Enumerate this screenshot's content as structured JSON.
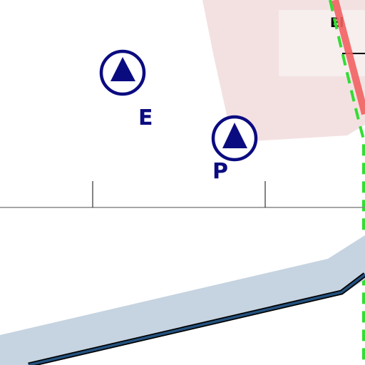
{
  "map": {
    "labels": {
      "marker_e": "E",
      "marker_p": "P",
      "box_text": "El"
    },
    "icons": {
      "marker_e_icon": "triangle-in-circle-icon",
      "marker_p_icon": "triangle-in-circle-icon"
    },
    "colors": {
      "marker": "#0b0b80",
      "shaded_area": "#f3e1e2",
      "box_fill": "#f7eeee",
      "red_route": "#f26060",
      "green_dashed": "#33dd33",
      "road_band": "#c6d3e0",
      "road_line": "#24527f",
      "baseline": "#888888"
    }
  }
}
